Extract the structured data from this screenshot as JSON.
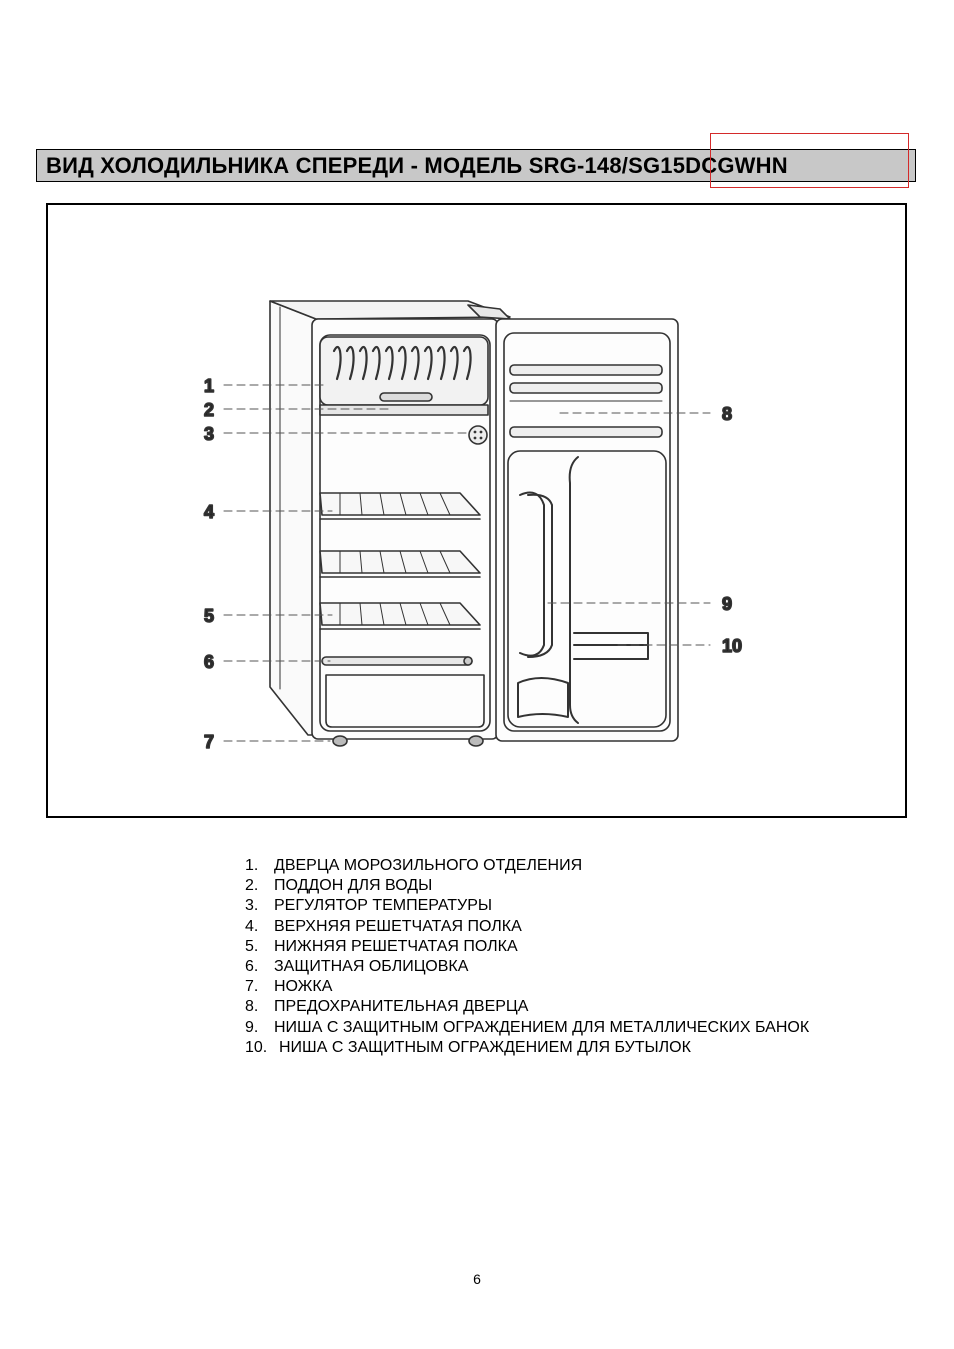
{
  "header": {
    "title": "ВИД ХОЛОДИЛЬНИКА СПЕРЕДИ - МОДЕЛЬ SRG-148/SG15DCGWHN",
    "highlight_color": "#d42a2a",
    "bar_color": "#c8c8c8"
  },
  "diagram": {
    "callouts": [
      "1",
      "2",
      "3",
      "4",
      "5",
      "6",
      "7",
      "8",
      "9",
      "10"
    ]
  },
  "parts": [
    {
      "num": "1.",
      "label": "ДВЕРЦА МОРОЗИЛЬНОГО ОТДЕЛЕНИЯ"
    },
    {
      "num": "2.",
      "label": "ПОДДОН ДЛЯ ВОДЫ"
    },
    {
      "num": "3.",
      "label": "РЕГУЛЯТОР ТЕМПЕРАТУРЫ"
    },
    {
      "num": "4.",
      "label": "ВЕРХНЯЯ РЕШЕТЧАТАЯ ПОЛКА"
    },
    {
      "num": "5.",
      "label": "НИЖНЯЯ РЕШЕТЧАТАЯ ПОЛКА"
    },
    {
      "num": "6.",
      "label": "ЗАЩИТНАЯ ОБЛИЦОВКА"
    },
    {
      "num": "7.",
      "label": "НОЖКА"
    },
    {
      "num": "8.",
      "label": "ПРЕДОХРАНИТЕЛЬНАЯ ДВЕРЦА"
    },
    {
      "num": "9.",
      "label": "НИША С ЗАЩИТНЫМ ОГРАЖДЕНИЕМ ДЛЯ МЕТАЛЛИЧЕСКИХ БАНОК"
    },
    {
      "num": "10.",
      "label": "НИША С ЗАЩИТНЫМ ОГРАЖДЕНИЕМ ДЛЯ БУТЫЛОК"
    }
  ],
  "footer": {
    "page_number": "6"
  }
}
